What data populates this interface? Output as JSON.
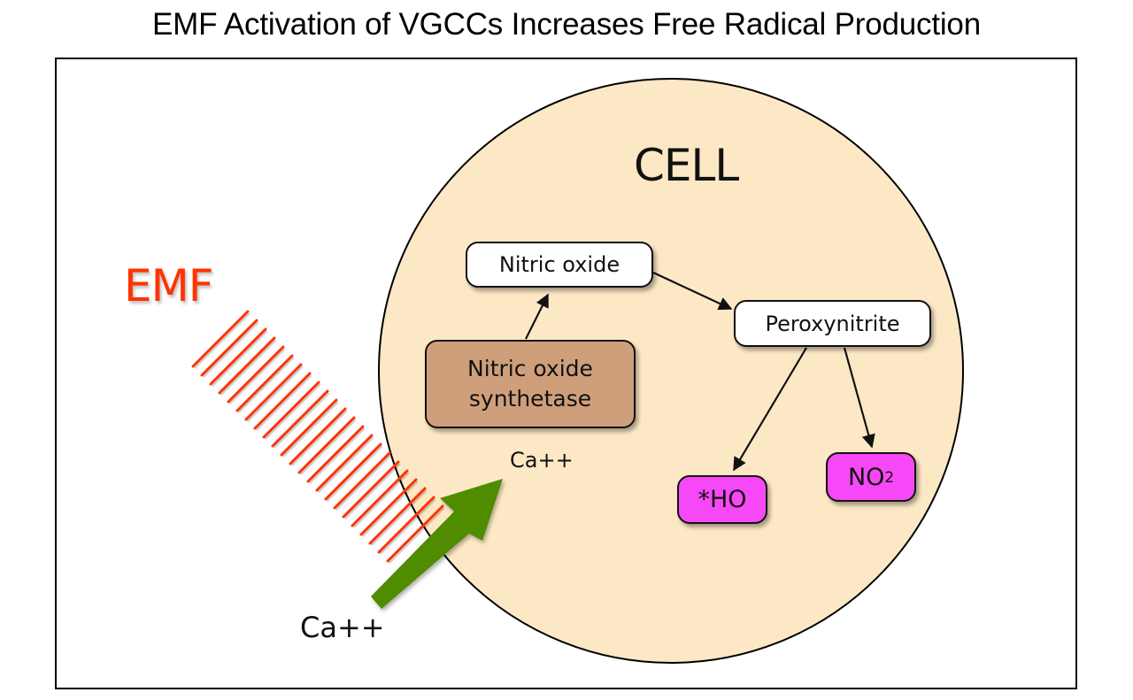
{
  "title": "EMF Activation of VGCCs Increases Free Radical Production",
  "colors": {
    "cell_fill": "#fde8c5",
    "emf_red": "#ff3300",
    "calcium_arrow_green": "#4f8c00",
    "synthetase_fill": "#cf9f7b",
    "radical_fill": "#f648f6",
    "node_fill": "#ffffff"
  },
  "cell": {
    "label": "CELL"
  },
  "emf": {
    "label": "EMF",
    "wave_line_count": 23
  },
  "calcium": {
    "outside_label": "Ca++",
    "inside_label": "Ca++",
    "arrow_icon": "calcium-influx-arrow-icon"
  },
  "nodes": {
    "synthetase": {
      "line1": "Nitric oxide",
      "line2": "synthetase"
    },
    "nitric_oxide": {
      "label": "Nitric oxide"
    },
    "peroxynitrite": {
      "label": "Peroxynitrite"
    },
    "hydroxyl": {
      "label": "*HO"
    },
    "nitrogen_dioxide": {
      "label": "NO",
      "subscript": "2"
    }
  },
  "edges": [
    {
      "from": "Nitric oxide synthetase",
      "to": "Nitric oxide"
    },
    {
      "from": "Nitric oxide",
      "to": "Peroxynitrite"
    },
    {
      "from": "Peroxynitrite",
      "to": "*HO"
    },
    {
      "from": "Peroxynitrite",
      "to": "NO2"
    }
  ]
}
